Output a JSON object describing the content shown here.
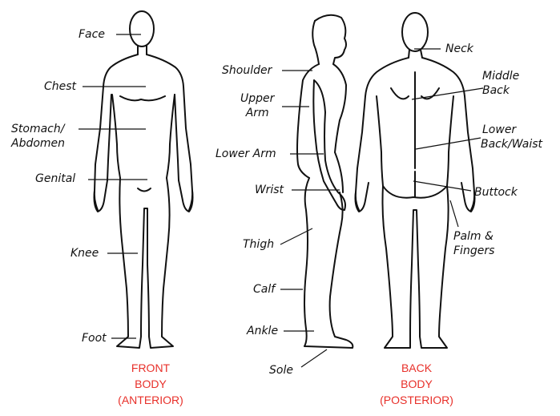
{
  "labels": {
    "face": "Face",
    "chest": "Chest",
    "stomach_line1": "Stomach/",
    "stomach_line2": "Abdomen",
    "genital": "Genital",
    "knee": "Knee",
    "foot": "Foot",
    "shoulder": "Shoulder",
    "upper_arm_line1": "Upper",
    "upper_arm_line2": "Arm",
    "lower_arm": "Lower Arm",
    "wrist": "Wrist",
    "thigh": "Thigh",
    "calf": "Calf",
    "ankle": "Ankle",
    "sole": "Sole",
    "neck": "Neck",
    "middle_back_line1": "Middle",
    "middle_back_line2": "Back",
    "lower_back_line1": "Lower",
    "lower_back_line2": "Back/Waist",
    "buttock": "Buttock",
    "palm_line1": "Palm &",
    "palm_line2": "Fingers"
  },
  "captions": {
    "front": [
      "FRONT",
      "BODY",
      "(ANTERIOR)"
    ],
    "back": [
      "BACK",
      "BODY",
      "(POSTERIOR)"
    ]
  },
  "colors": {
    "caption": "#e8302a",
    "outline": "#111111"
  }
}
